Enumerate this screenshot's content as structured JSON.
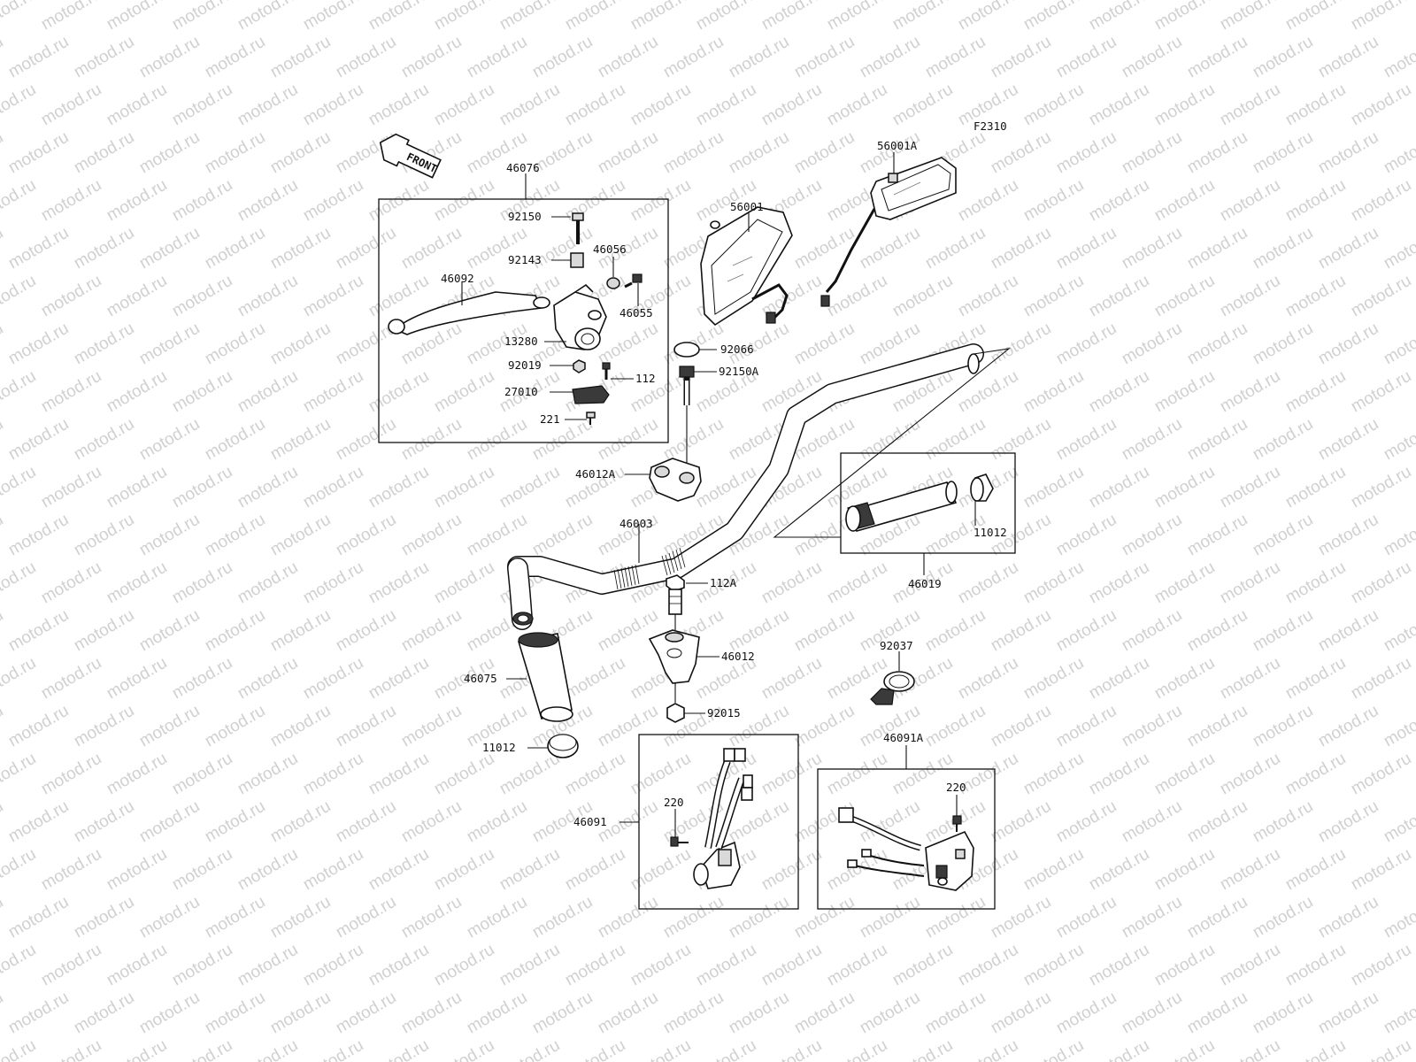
{
  "diagram_code": "F2310",
  "watermark": "motod.ru",
  "front_arrow": "FRONT",
  "parts": {
    "p46076": "46076",
    "p92150": "92150",
    "p92143": "92143",
    "p46056": "46056",
    "p46092": "46092",
    "p46055": "46055",
    "p13280": "13280",
    "p92019": "92019",
    "p112": "112",
    "p27010": "27010",
    "p221": "221",
    "p56001A": "56001A",
    "p56001": "56001",
    "p92066": "92066",
    "p92150A": "92150A",
    "p46012A": "46012A",
    "p46003": "46003",
    "p46019": "46019",
    "p11012a": "11012",
    "p112A": "112A",
    "p46012": "46012",
    "p46075": "46075",
    "p92037": "92037",
    "p92015": "92015",
    "p11012b": "11012",
    "p46091A": "46091A",
    "p220a": "220",
    "p46091": "46091",
    "p220b": "220"
  }
}
